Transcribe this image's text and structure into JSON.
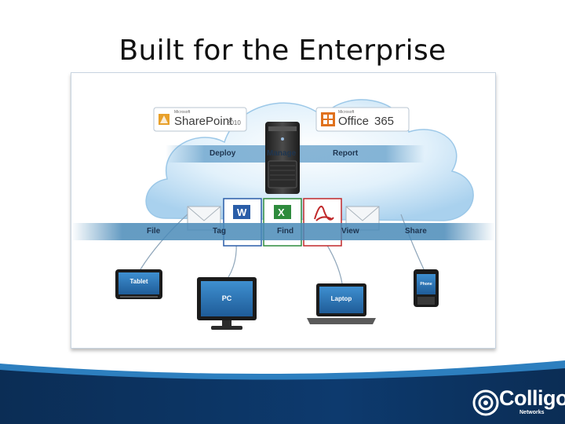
{
  "slide": {
    "title": "Built for the Enterprise"
  },
  "diagram": {
    "products": {
      "sharepoint": {
        "vendor": "Microsoft",
        "name": "SharePoint",
        "version": "2010"
      },
      "office": {
        "vendor": "Microsoft",
        "name": "Office",
        "version": "365"
      }
    },
    "cloud_actions": [
      "Deploy",
      "Manage",
      "Report"
    ],
    "workflow_actions": [
      "File",
      "Tag",
      "Find",
      "View",
      "Share"
    ],
    "devices": [
      "Tablet",
      "PC",
      "Laptop",
      "Phone"
    ],
    "document_icons": [
      "envelope-icon",
      "word-icon",
      "excel-icon",
      "pdf-icon",
      "envelope-icon"
    ]
  },
  "brand": {
    "name": "Colligo",
    "sub": "Networks"
  },
  "colors": {
    "band": "#4a8ab8",
    "cloud": "#cfe6f6",
    "footer_dark": "#0b2d55",
    "footer_light": "#2d7fbf"
  }
}
